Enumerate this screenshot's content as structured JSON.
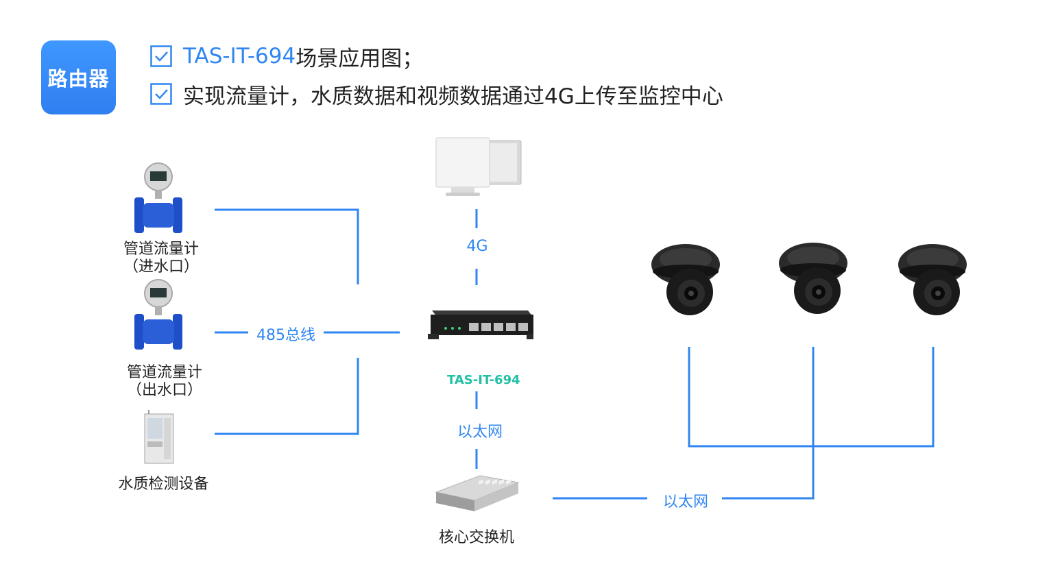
{
  "badge": "路由器",
  "bullets": {
    "b1_model": "TAS-IT-694",
    "b1_text": " 场景应用图；",
    "b2_text": "实现流量计，水质数据和视频数据通过4G上传至监控中心"
  },
  "devices": {
    "flowmeter_in_line1": "管道流量计",
    "flowmeter_in_line2": "（进水口）",
    "flowmeter_out_line1": "管道流量计",
    "flowmeter_out_line2": "（出水口）",
    "water_quality": "水质检测设备",
    "router_model": "TAS-IT-694",
    "core_switch": "核心交换机"
  },
  "links": {
    "bus485": "485总线",
    "cellular": "4G",
    "ethernet_vertical": "以太网",
    "ethernet_horizontal": "以太网"
  },
  "colors": {
    "accent": "#2f86f2",
    "model_green": "#22c1a6",
    "flowmeter_blue": "#1f4fc8",
    "camera_black": "#1a1a1a"
  },
  "icons": [
    "check-icon",
    "monitor-icon",
    "flowmeter-icon",
    "cabinet-icon",
    "router-icon",
    "switch-icon",
    "dome-camera-icon"
  ]
}
